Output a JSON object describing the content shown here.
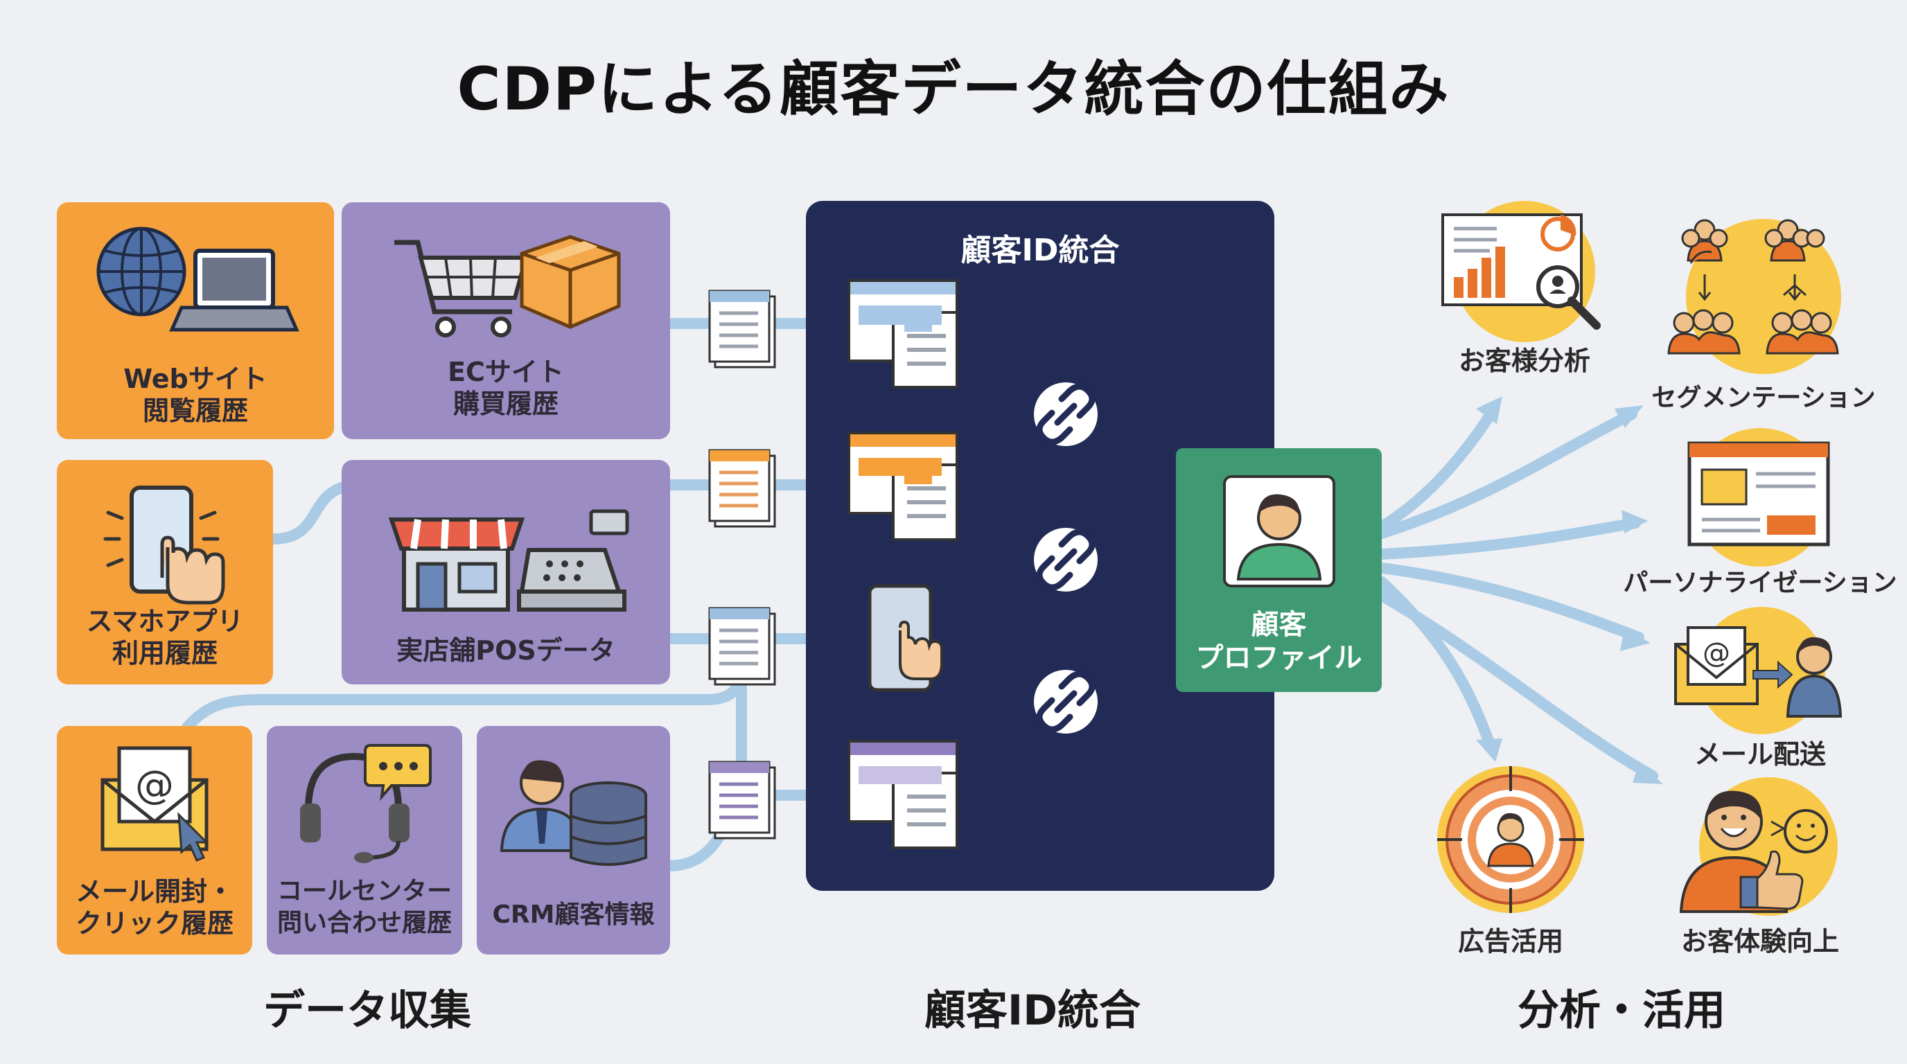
{
  "title": "CDPによる顧客データ統合の仕組み",
  "sources": {
    "web": [
      "Webサイト",
      "閲覧履歴"
    ],
    "ec": [
      "ECサイト",
      "購買履歴"
    ],
    "app": [
      "スマホアプリ",
      "利用履歴"
    ],
    "pos": [
      "実店舗POSデータ"
    ],
    "mail": [
      "メール開封・",
      "クリック履歴"
    ],
    "call": [
      "コールセンター",
      "問い合わせ履歴"
    ],
    "crm": [
      "CRM顧客情報"
    ]
  },
  "integration": {
    "title": "顧客ID統合",
    "profile": [
      "顧客",
      "プロファイル"
    ]
  },
  "outputs": {
    "analysis": "お客様分析",
    "segmentation": "セグメンテーション",
    "personalization": "パーソナライゼーション",
    "mail": "メール配送",
    "ads": "広告活用",
    "experience": "お客体験向上"
  },
  "sections": {
    "collect": "データ収集",
    "integrate": "顧客ID統合",
    "use": "分析・活用"
  },
  "colors": {
    "orange": "#f6a03c",
    "purple": "#9b8cc4",
    "navy": "#222b55",
    "green": "#3f9a74",
    "flow": "#a9cbe6",
    "gold": "#f8c948"
  }
}
